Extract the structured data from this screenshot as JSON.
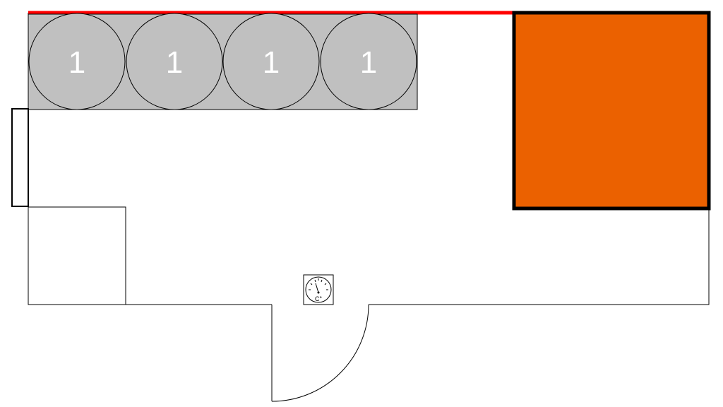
{
  "plan": {
    "slots": [
      {
        "label": "1"
      },
      {
        "label": "1"
      },
      {
        "label": "1"
      },
      {
        "label": "1"
      }
    ],
    "thermometer": {
      "unit_label": "C°"
    }
  },
  "colors": {
    "wall_red": "#ff0000",
    "unit_orange": "#eb6100",
    "shelf_gray": "#c0c0c0",
    "line": "#000000"
  },
  "icons": [
    "thermometer-icon",
    "door-swing-icon",
    "window-icon"
  ]
}
